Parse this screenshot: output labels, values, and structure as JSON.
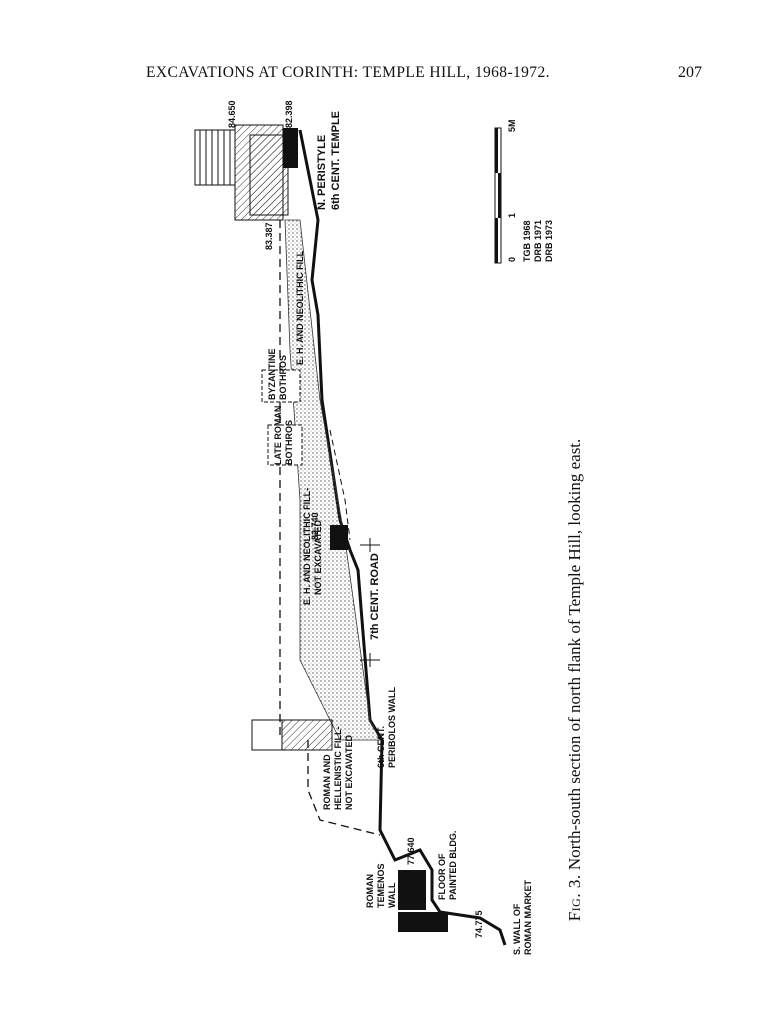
{
  "header": {
    "running_title": "EXCAVATIONS AT CORINTH: TEMPLE HILL, 1968-1972.",
    "page_number": "207"
  },
  "figure": {
    "labels": {
      "north_peristyle": "N. PERISTYLE",
      "temple": "6th CENT. TEMPLE",
      "eh_neolithic_fill_upper": "E. H. AND NEOLITHIC FILL",
      "byzantine_bothros_1": "BYZANTINE",
      "byzantine_bothros_2": "BOTHROS",
      "late_roman_bothros_1": "LATE ROMAN",
      "late_roman_bothros_2": "BOTHROS",
      "eh_neolithic_fill_lower_1": "E. H. AND NEOLITHIC FILL-",
      "eh_neolithic_fill_lower_2": "NOT EXCAVATED",
      "road": "7th CENT. ROAD",
      "peribolos_1": "6th CENT.",
      "peribolos_2": "PERIBOLOS WALL",
      "roman_fill_1": "ROMAN AND",
      "roman_fill_2": "HELLENISTIC FILL-",
      "roman_fill_3": "NOT EXCAVATED",
      "temenos_1": "ROMAN",
      "temenos_2": "TEMENOS",
      "temenos_3": "WALL",
      "floor_1": "FLOOR OF",
      "floor_2": "PAINTED BLDG.",
      "market_1": "S. WALL OF",
      "market_2": "ROMAN MARKET"
    },
    "elevations": {
      "e1": "84.650",
      "e2": "82.398",
      "e3": "83.387",
      "e4": "82.740",
      "e5": "77.640",
      "e6": "74.775"
    },
    "scale_bar": {
      "zero": "0",
      "one": "1",
      "five": "5M"
    },
    "credits": [
      "TGB 1968",
      "DRB 1971",
      "DRB 1973"
    ]
  },
  "caption": {
    "fig_label": "Fig. 3.",
    "text": "North-south section of north flank of Temple Hill, looking east."
  }
}
